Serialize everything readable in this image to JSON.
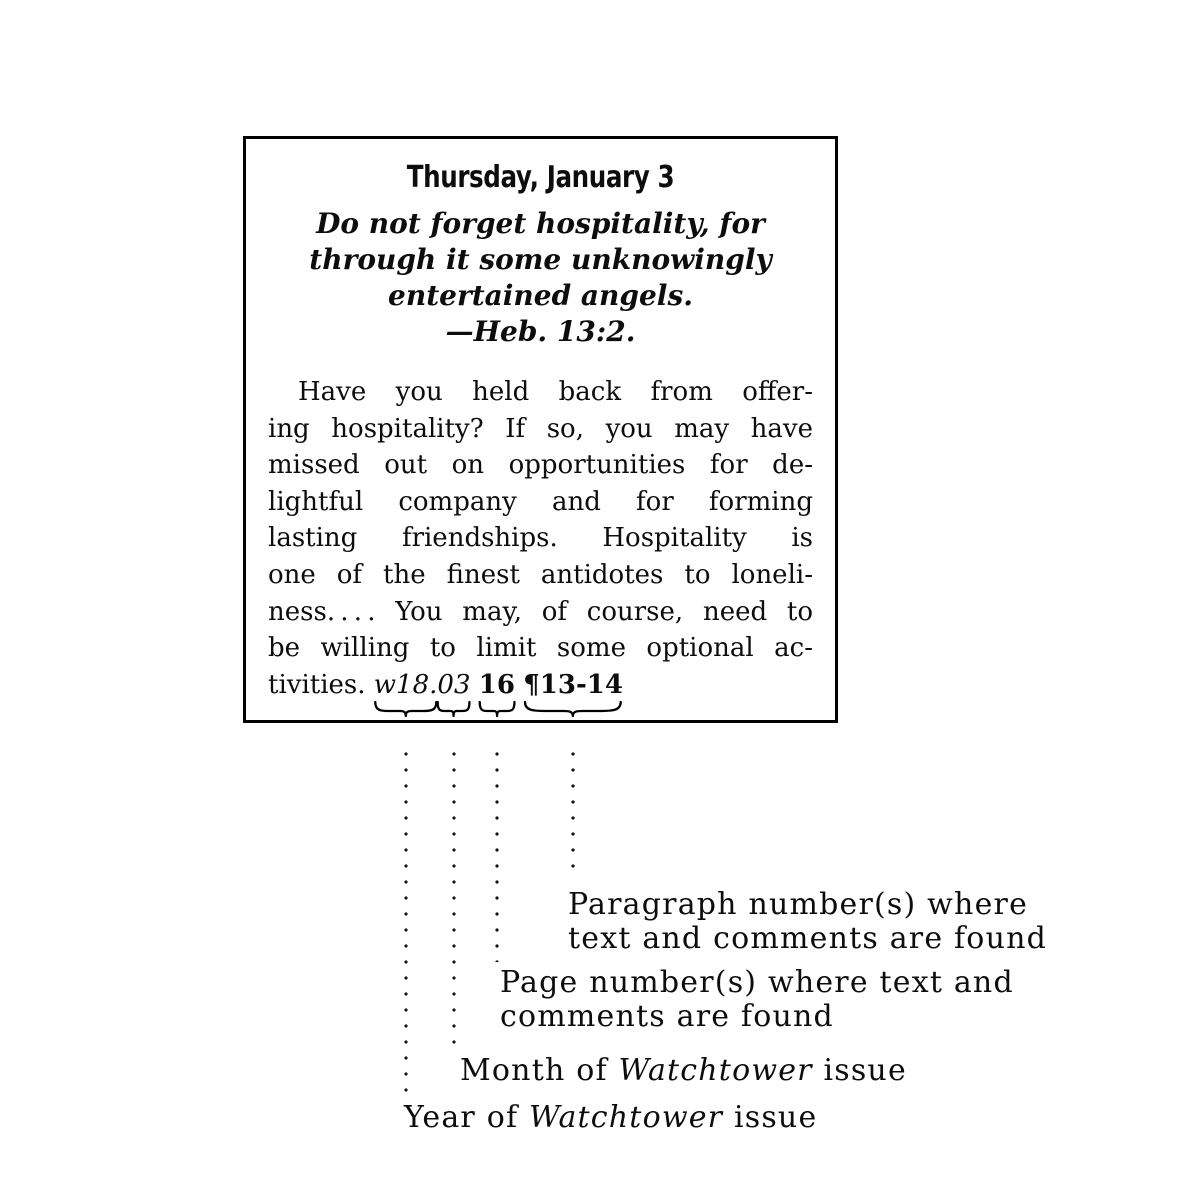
{
  "box": {
    "title": "Thursday, January 3",
    "scripture_lines": [
      "Do not forget hospitality, for",
      "through it some unknowingly",
      "entertained angels.",
      "—Heb. 13:2."
    ],
    "body_lines": [
      "Have you held back from offer-",
      "ing hospitality? If so, you may have",
      "missed out on opportunities for de-",
      "lightful company and for forming",
      "lasting friendships. Hospitality is",
      "one of the finest antidotes to loneli-",
      "ness. . . . You may, of course, need to",
      "be willing to limit some optional ac-"
    ],
    "citation": {
      "prefix": "tivities. ",
      "year": "w18.",
      "month": "03",
      "page": "16",
      "paragraphs": "¶13-14"
    }
  },
  "annotation": {
    "paragraph_label": {
      "line1": "Paragraph number(s) where",
      "line2": "text and comments are found"
    },
    "page_label": {
      "line1": "Page number(s) where text and",
      "line2": "comments are found"
    },
    "month_label": {
      "prefix": "Month of ",
      "italic": "Watchtower",
      "suffix": " issue"
    },
    "year_label": {
      "prefix": "Year of ",
      "italic": "Watchtower",
      "suffix": " issue"
    }
  },
  "colors": {
    "text": "#0d0d0d",
    "border": "#000000",
    "background": "#ffffff"
  }
}
